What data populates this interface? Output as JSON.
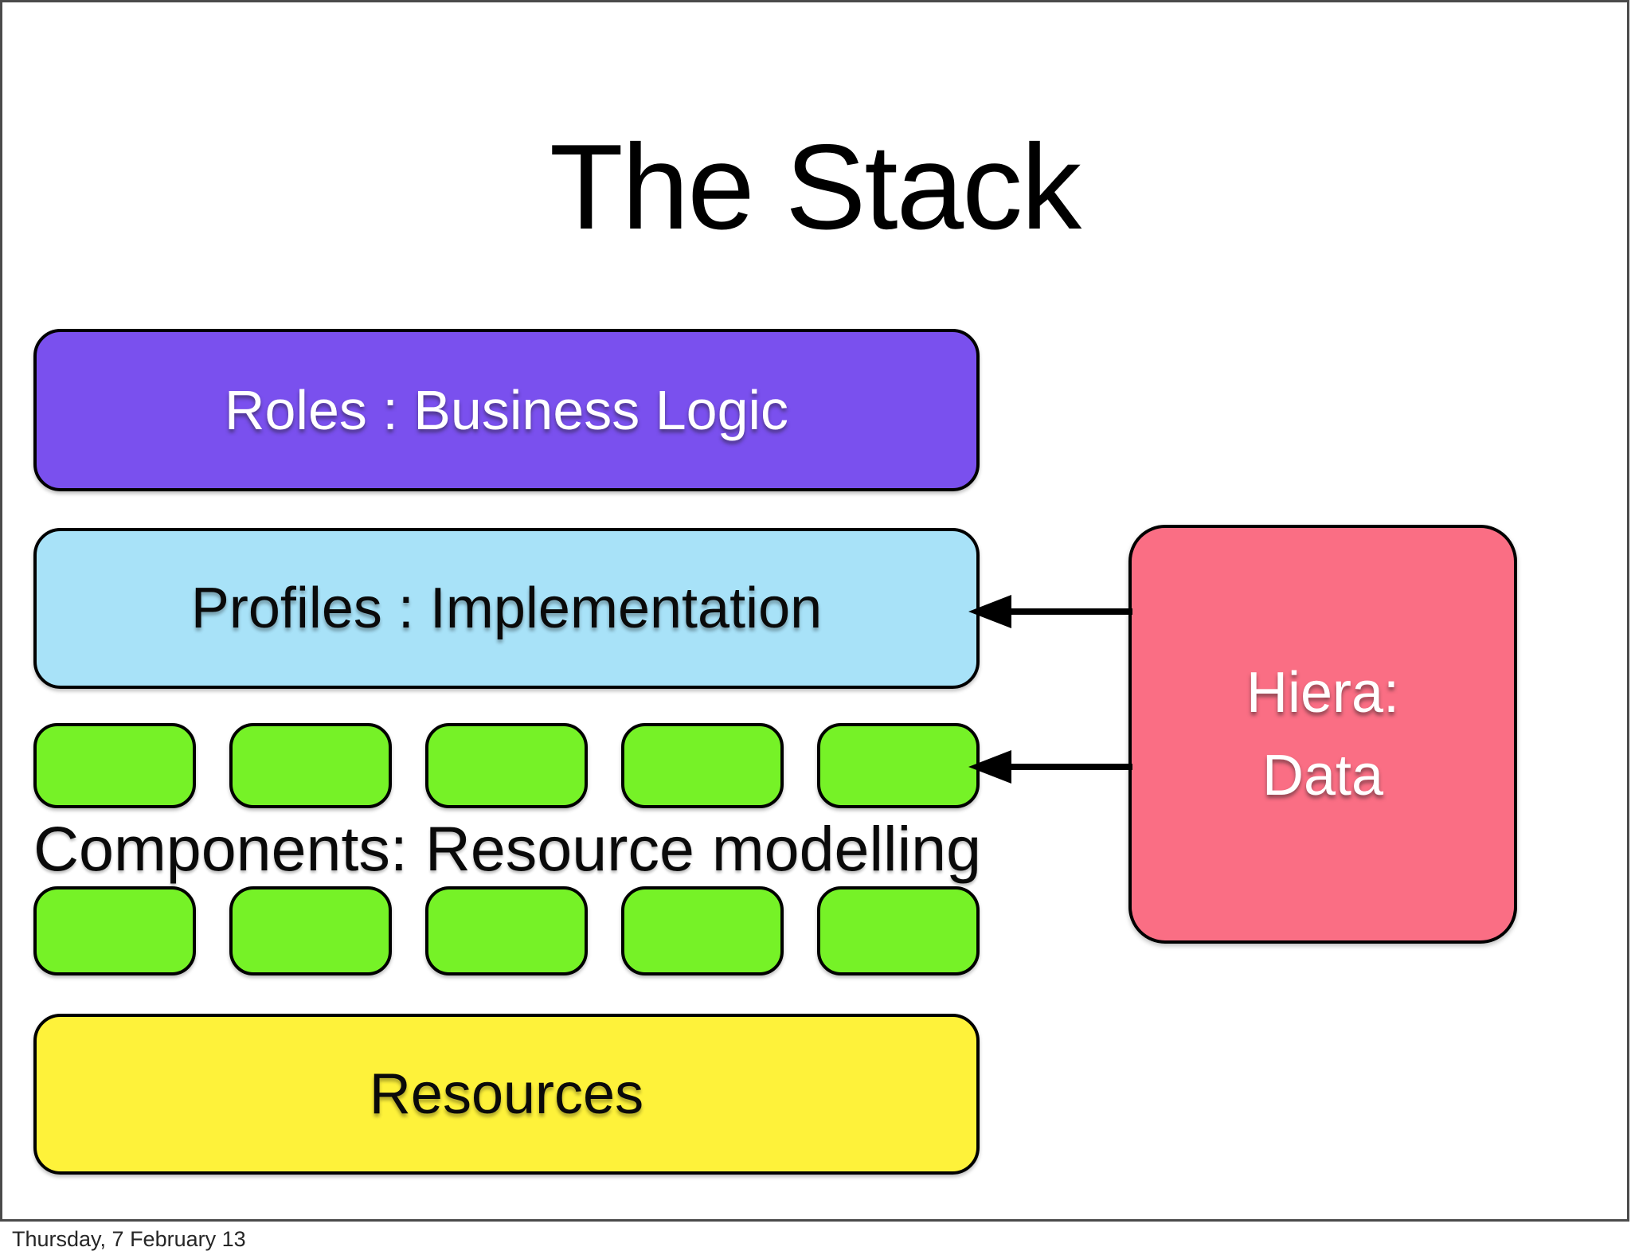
{
  "slide": {
    "title": "The Stack",
    "stack": {
      "roles": {
        "label": "Roles : Business Logic"
      },
      "profiles": {
        "label": "Profiles : Implementation"
      },
      "components": {
        "label": "Components: Resource modelling",
        "grid": {
          "rows": 2,
          "boxes_per_row": 5
        }
      },
      "resources": {
        "label": "Resources"
      }
    },
    "hiera": {
      "line1": "Hiera:",
      "line2": "Data"
    },
    "arrows": [
      {
        "from": "hiera",
        "to": "profiles"
      },
      {
        "from": "hiera",
        "to": "components"
      }
    ],
    "colors": {
      "roles_fill": "#7a50ee",
      "profiles_fill": "#a8e2f8",
      "components_fill": "#76f227",
      "resources_fill": "#fef23a",
      "hiera_fill": "#fa6e84",
      "outline": "#000000",
      "frame_border": "#4b4b4b"
    },
    "footer": "Thursday, 7 February 13"
  }
}
